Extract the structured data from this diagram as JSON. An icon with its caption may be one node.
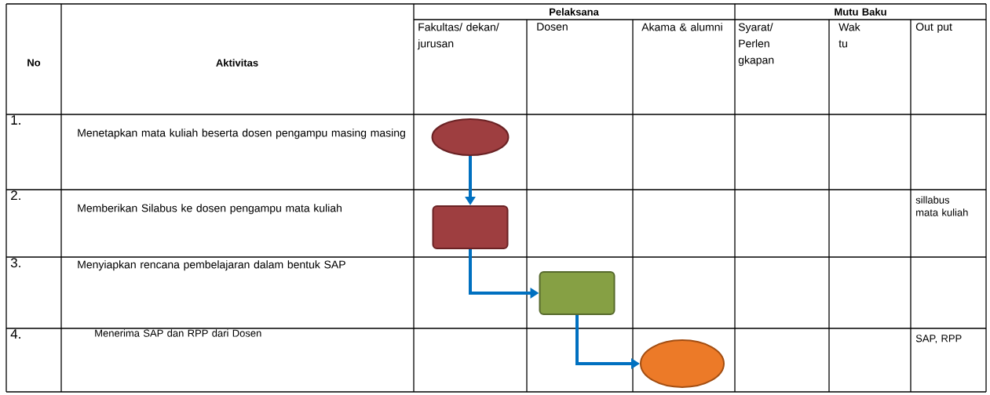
{
  "diagram": {
    "nodes": [
      {
        "text": [],
        "shape": "ellipse"
      },
      {
        "text": [],
        "shape": "box"
      },
      {
        "text": [],
        "shape": "box"
      },
      {
        "text": [],
        "shape": "ellipse"
      }
    ],
    "edges": [
      {
        "from": 0,
        "to": 1,
        "arrow": "to"
      },
      {
        "from": 1,
        "to": 2,
        "arrow": "to"
      },
      {
        "from": 2,
        "to": 3,
        "arrow": "to"
      }
    ],
    "labels": [
      "No",
      "Aktivitas",
      "Pelaksana",
      "Mutu Baku",
      "Fakultas/ dekan/ jurusan",
      "Dosen",
      "Akama & alumni",
      "Syarat/ Perlen gkapan",
      "Wak tu",
      "Out put",
      "1.",
      "Menetapkan mata kuliah beserta dosen pengampu masing masing",
      "2.",
      "Memberikan Silabus ke dosen pengampu mata kuliah",
      "sillabus mata kuliah",
      "3.",
      "Menyiapkan rencana pembelajaran dalam bentuk SAP",
      "4.",
      "Menerima SAP dan RPP dari Dosen",
      "SAP, RPP"
    ]
  }
}
